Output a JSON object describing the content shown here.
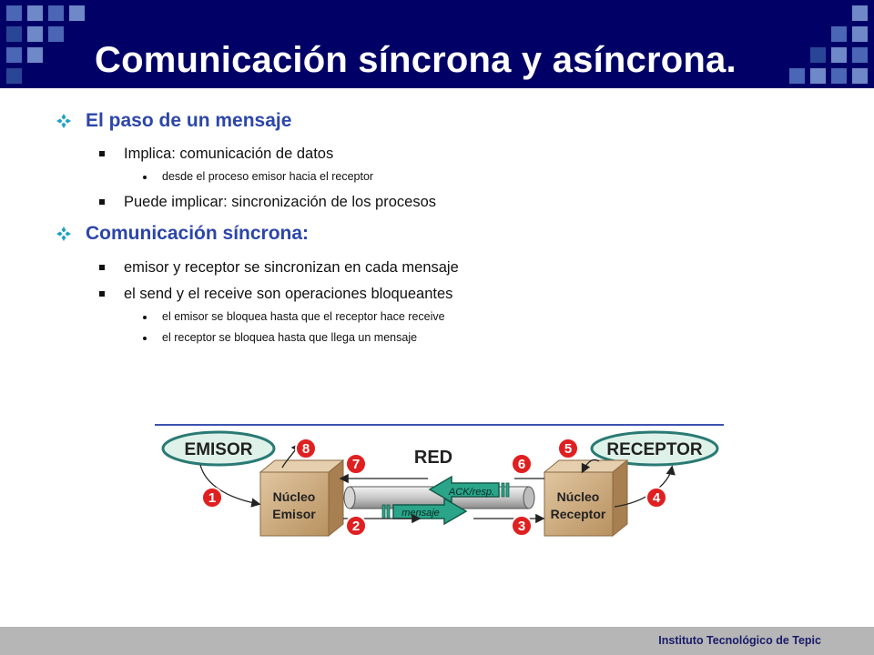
{
  "slide": {
    "title": "Comunicación síncrona y asíncrona.",
    "footer": "Instituto Tecnológico de Tepic"
  },
  "bullets": {
    "b1": "El paso de un mensaje",
    "b1_1": "Implica: comunicación de datos",
    "b1_1_1": "desde el proceso emisor hacia el receptor",
    "b1_2": "Puede implicar: sincronización de los procesos",
    "b2": "Comunicación síncrona:",
    "b2_1": "emisor y receptor se sincronizan en cada mensaje",
    "b2_2": "el send y el receive son operaciones bloqueantes",
    "b2_2_1": "el emisor se bloquea hasta que el receptor hace receive",
    "b2_2_2": "el receptor se bloquea hasta que llega un mensaje"
  },
  "diagram": {
    "emisor": "EMISOR",
    "receptor": "RECEPTOR",
    "red": "RED",
    "nucleo_emisor_1": "Núcleo",
    "nucleo_emisor_2": "Emisor",
    "nucleo_receptor_1": "Núcleo",
    "nucleo_receptor_2": "Receptor",
    "ack": "ACK/resp.",
    "mensaje": "mensaje",
    "n1": "1",
    "n2": "2",
    "n3": "3",
    "n4": "4",
    "n5": "5",
    "n6": "6",
    "n7": "7",
    "n8": "8"
  },
  "colors": {
    "header": "#000066",
    "bullet_l1": "#2c46a8",
    "diamond_marker": "#1fa3c4",
    "arrow_green": "#2aa58a",
    "step_red": "#e02020",
    "box_tan": "#c9a77c"
  }
}
